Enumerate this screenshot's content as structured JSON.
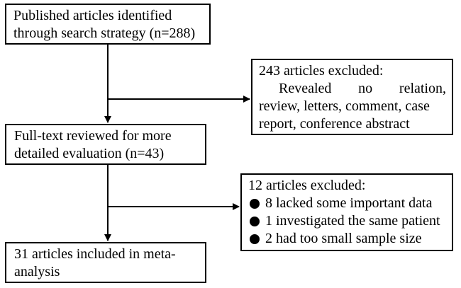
{
  "nodes": {
    "search": {
      "lines": [
        "Published articles identified",
        "through search strategy (n=288)"
      ]
    },
    "excluded_1": {
      "lines": [
        "243 articles excluded:",
        "Revealed no relation,",
        "review, letters, comment, case",
        "report, conference abstract"
      ]
    },
    "fulltext": {
      "lines": [
        "Full-text reviewed for more",
        "detailed evaluation (n=43)"
      ]
    },
    "excluded_2": {
      "title": "12 articles excluded:",
      "items": [
        "8 lacked some important data",
        "1 investigated the same patient",
        "2 had too small sample size"
      ]
    },
    "included": {
      "lines": [
        "31 articles included in meta-",
        "analysis"
      ]
    }
  },
  "edges": [
    {
      "from": "search",
      "to": "fulltext"
    },
    {
      "from": "search",
      "to": "excluded_1"
    },
    {
      "from": "fulltext",
      "to": "included"
    },
    {
      "from": "fulltext",
      "to": "excluded_2"
    }
  ]
}
